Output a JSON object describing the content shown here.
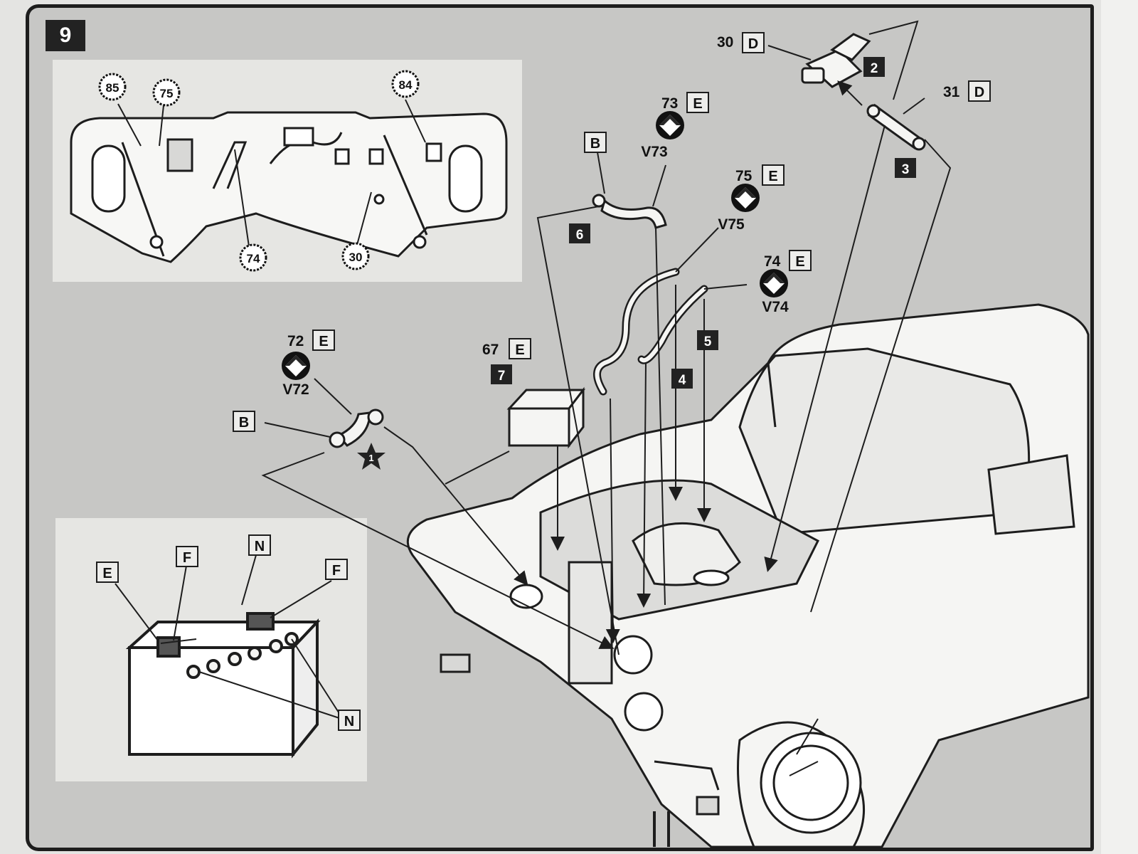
{
  "step_number": "9",
  "interior_callouts": [
    {
      "id": "85",
      "label": "85"
    },
    {
      "id": "75",
      "label": "75"
    },
    {
      "id": "84",
      "label": "84"
    },
    {
      "id": "74",
      "label": "74"
    },
    {
      "id": "30",
      "label": "30"
    }
  ],
  "parts": [
    {
      "id": "p30",
      "number": "30",
      "sprue": "D"
    },
    {
      "id": "p31",
      "number": "31",
      "sprue": "D"
    },
    {
      "id": "p73",
      "number": "73",
      "sprue": "E",
      "vent": "V73"
    },
    {
      "id": "p75",
      "number": "75",
      "sprue": "E",
      "vent": "V75"
    },
    {
      "id": "p74",
      "number": "74",
      "sprue": "E",
      "vent": "V74"
    },
    {
      "id": "p72",
      "number": "72",
      "sprue": "E",
      "vent": "V72"
    },
    {
      "id": "p67",
      "number": "67",
      "sprue": "E"
    }
  ],
  "sequence_markers": [
    "1",
    "2",
    "3",
    "4",
    "5",
    "6",
    "7"
  ],
  "paint_codes": {
    "b_hose_upper": "B",
    "b_hose_lower": "B",
    "battery_e": "E",
    "battery_f_left": "F",
    "battery_f_right": "F",
    "battery_n_top": "N",
    "battery_n_bottom": "N"
  },
  "colors": {
    "background": "#c7c7c5",
    "inset": "#e6e6e3",
    "line": "#1d1d1d",
    "label_box": "#ededeb",
    "marker": "#222222"
  },
  "icons": [
    "diamond-arrow-icon",
    "star-icon"
  ]
}
